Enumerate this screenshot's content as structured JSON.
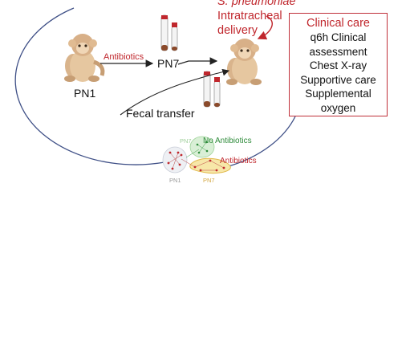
{
  "title_italic": "S. pneumoniae",
  "title_lines": [
    "Intratracheal",
    "delivery"
  ],
  "labels": {
    "antibiotics_arrow": "Antibiotics",
    "pn7": "PN7",
    "pn1": "PN1",
    "fecal_transfer": "Fecal transfer"
  },
  "clinical_box": {
    "title": "Clinical care",
    "lines": [
      "q6h Clinical",
      "assessment",
      "Chest X-ray",
      "Supportive care",
      "Supplemental",
      "oxygen"
    ]
  },
  "network": {
    "pn7_small": "PN7",
    "no_antibiotics": "No Antibiotics",
    "antibiotics": "Antibiotics",
    "pn1_small": "PN1",
    "pn7_bottom": "PN7"
  },
  "colors": {
    "red": "#c0272d",
    "green": "#2e8b3a",
    "yellow_fill": "#f7e7a8",
    "yellow_stroke": "#e0b84a",
    "circle": "#3e4f86"
  }
}
